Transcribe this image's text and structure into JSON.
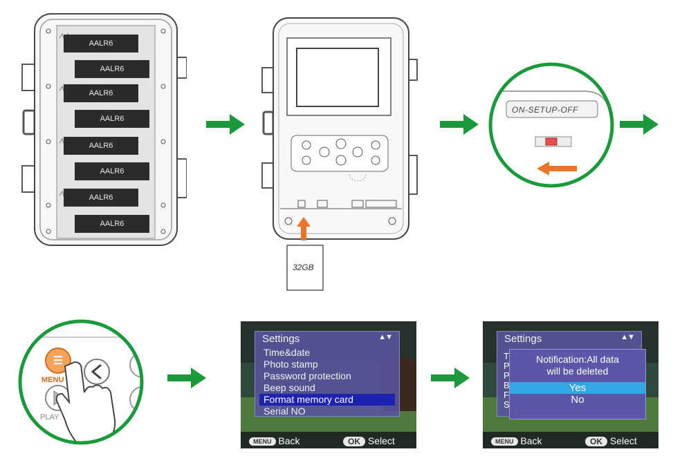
{
  "colors": {
    "arrow": "#1a9a3a",
    "highlight": "#1e22b0",
    "accent_orange": "#e8752a"
  },
  "step1": {
    "batteries": [
      "AALR6",
      "AALR6",
      "AALR6",
      "AALR6",
      "AALR6",
      "AALR6",
      "AALR6",
      "AALR6"
    ]
  },
  "step2": {
    "card_capacity": "32GB"
  },
  "step3": {
    "switch_label": "ON-SETUP-OFF"
  },
  "step4": {
    "menu_button_label": "MENU",
    "playback_label": "PLAY"
  },
  "step5": {
    "title": "Settings",
    "items": [
      "Time&date",
      "Photo stamp",
      "Password protection",
      "Beep sound",
      "Format memory card",
      "Serial NO"
    ],
    "selected_index": 4,
    "footer": {
      "menu_pill": "MENU",
      "back": "Back",
      "ok_pill": "OK",
      "select": "Select"
    }
  },
  "step6": {
    "title": "Settings",
    "side_letters": "T\nP\nP\nB\nF\nS",
    "notification_line1": "Notification:All data",
    "notification_line2": "will be deleted",
    "yes": "Yes",
    "no": "No",
    "footer": {
      "menu_pill": "MENU",
      "back": "Back",
      "ok_pill": "OK",
      "select": "Select"
    }
  }
}
